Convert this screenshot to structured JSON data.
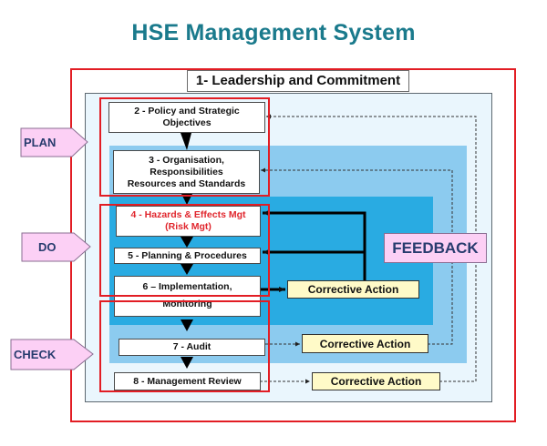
{
  "diagram": {
    "title": "HSE Management System",
    "leadership": "1- Leadership and Commitment",
    "steps": [
      {
        "id": 2,
        "line1": "2 - Policy and Strategic",
        "line2": "Objectives"
      },
      {
        "id": 3,
        "line1": "3 - Organisation,",
        "line2": "Responsibilities",
        "line3": "Resources  and Standards"
      },
      {
        "id": 4,
        "line1": "4 - Hazards & Effects Mgt",
        "line2": "(Risk Mgt)",
        "highlight_color": "#e0262d"
      },
      {
        "id": 5,
        "line1": "5 - Planning  & Procedures"
      },
      {
        "id": 6,
        "line1": "6 – Implementation,",
        "line2": "Monitoring"
      },
      {
        "id": 7,
        "line1": "7 - Audit"
      },
      {
        "id": 8,
        "line1": "8 - Management  Review"
      }
    ],
    "phases": [
      {
        "label": "PLAN",
        "groups_steps": [
          2,
          3
        ]
      },
      {
        "label": "DO",
        "groups_steps": [
          4,
          5,
          6
        ]
      },
      {
        "label": "CHECK",
        "groups_steps": [
          6,
          7,
          8
        ]
      }
    ],
    "corrective_actions": [
      {
        "label": "Corrective Action",
        "from_step": 6,
        "feeds_back_to": [
          4,
          5
        ],
        "line_style": "solid"
      },
      {
        "label": "Corrective Action",
        "from_step": 7,
        "feeds_back_to": [
          3
        ],
        "line_style": "dashed"
      },
      {
        "label": "Corrective Action",
        "from_step": 8,
        "feeds_back_to": [
          2
        ],
        "line_style": "dashed"
      }
    ],
    "feedback_label": "FEEDBACK",
    "colors": {
      "title": "#1a7a8c",
      "group_border": "#e21d24",
      "panel_light": "#eaf6fd",
      "panel_mid": "#8ccbef",
      "panel_dark": "#29abe2",
      "corrective_fill": "#fffac8",
      "phase_fill": "#fcd0f5",
      "phase_text": "#283c6e"
    }
  }
}
